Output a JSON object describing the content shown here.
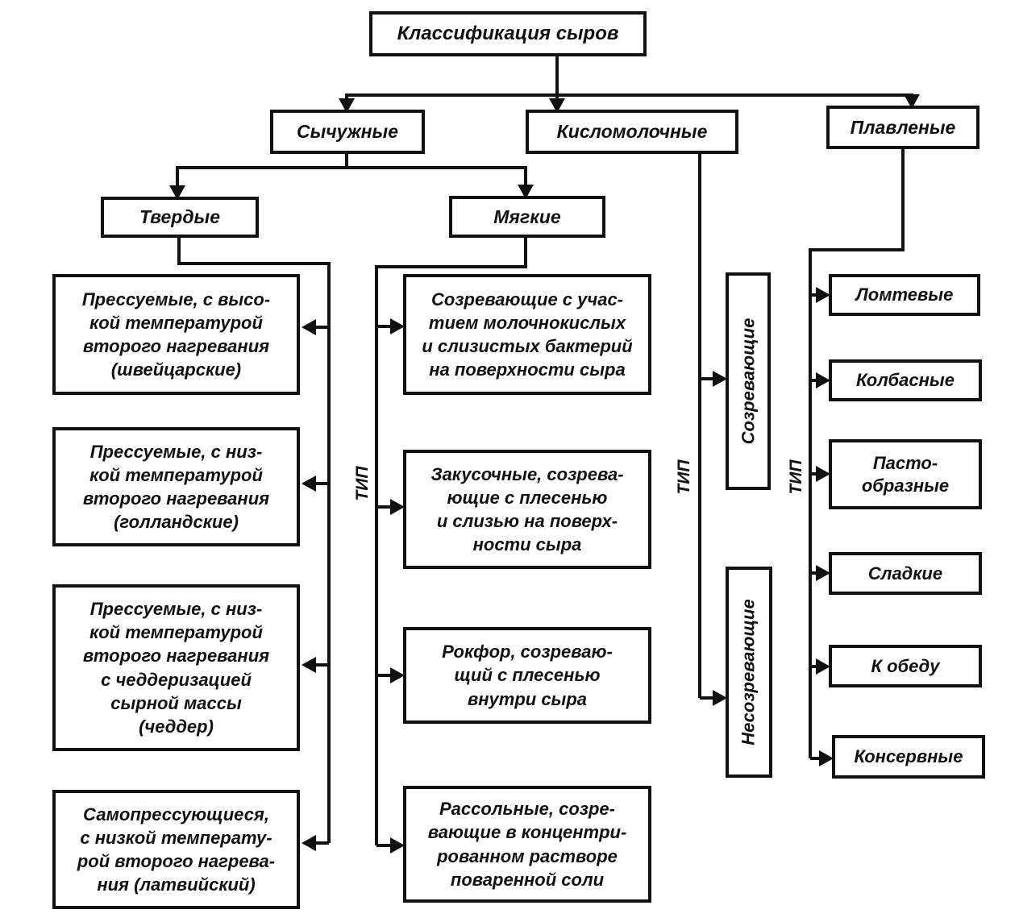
{
  "title": "Классификация сыров",
  "tip_label": "ТИП",
  "colors": {
    "line": "#111111",
    "background": "#ffffff",
    "text": "#111111"
  },
  "level1": {
    "rennet": "Сычужные",
    "sour_milk": "Кисломолочные",
    "processed": "Плавленые"
  },
  "rennet_subtypes": {
    "hard": "Твердые",
    "soft": "Мягкие"
  },
  "hard_types": [
    "Прессуемые, с высо-\nкой температурой\nвторого нагревания\n(швейцарские)",
    "Прессуемые, с низ-\nкой температурой\nвторого нагревания\n(голландские)",
    "Прессуемые, с низ-\nкой температурой\nвторого нагревания\nс чеддеризацией\nсырной массы\n(чеддер)",
    "Самопрессующиеся,\nс низкой температу-\nрой второго нагрева-\nния (латвийский)"
  ],
  "soft_types": [
    "Созревающие с учас-\nтием молочнокислых\nи слизистых бактерий\nна поверхности сыра",
    "Закусочные, созрева-\nющие с плесенью\nи слизью на поверх-\nности сыра",
    "Рокфор, созреваю-\nщий с плесенью\nвнутри сыра",
    "Рассольные, созре-\nвающие в концентри-\nрованном растворе\nповаренной соли"
  ],
  "sour_milk_types": [
    "Созревающие",
    "Несозревающие"
  ],
  "processed_types": [
    "Ломтевые",
    "Колбасные",
    "Пасто-\nобразные",
    "Сладкие",
    "К обеду",
    "Консервные"
  ]
}
